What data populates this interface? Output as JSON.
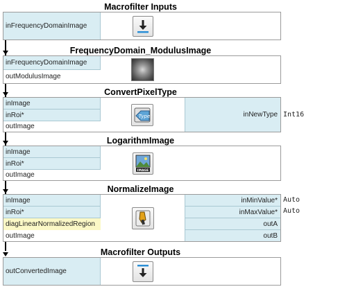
{
  "inputs_block": {
    "title": "Macrofilter Inputs",
    "ports": [
      "inFrequencyDomainImage"
    ],
    "icon": "download-into-tray-icon"
  },
  "modulus_block": {
    "title": "FrequencyDomain_ModulusImage",
    "ports": [
      "inFrequencyDomainImage",
      "outModulusImage"
    ],
    "icon": "frequency-spectrum-preview-icon"
  },
  "convert_block": {
    "title": "ConvertPixelType",
    "ports": [
      "inImage",
      "inRoi*",
      "outImage"
    ],
    "right_port": "inNewType",
    "right_value": "Int16",
    "icon": "type-tag-icon"
  },
  "log_block": {
    "title": "LogarithmImage",
    "ports": [
      "inImage",
      "inRoi*",
      "outImage"
    ],
    "icon": "image-thumbnail-icon"
  },
  "normalize_block": {
    "title": "NormalizeImage",
    "ports": [
      "inImage",
      "inRoi*",
      "diagLinearNormalizedRegion",
      "outImage"
    ],
    "right_ports": [
      "inMinValue*",
      "inMaxValue*",
      "outA",
      "outB"
    ],
    "right_values": [
      "Auto",
      "Auto"
    ],
    "icon": "brush-paint-icon"
  },
  "outputs_block": {
    "title": "Macrofilter Outputs",
    "ports": [
      "outConvertedImage"
    ],
    "icon": "download-arrow-icon"
  },
  "colors": {
    "port_background": "#d9edf3",
    "diag_background": "#fbf8c6",
    "accent_blue": "#2b8fd6"
  }
}
